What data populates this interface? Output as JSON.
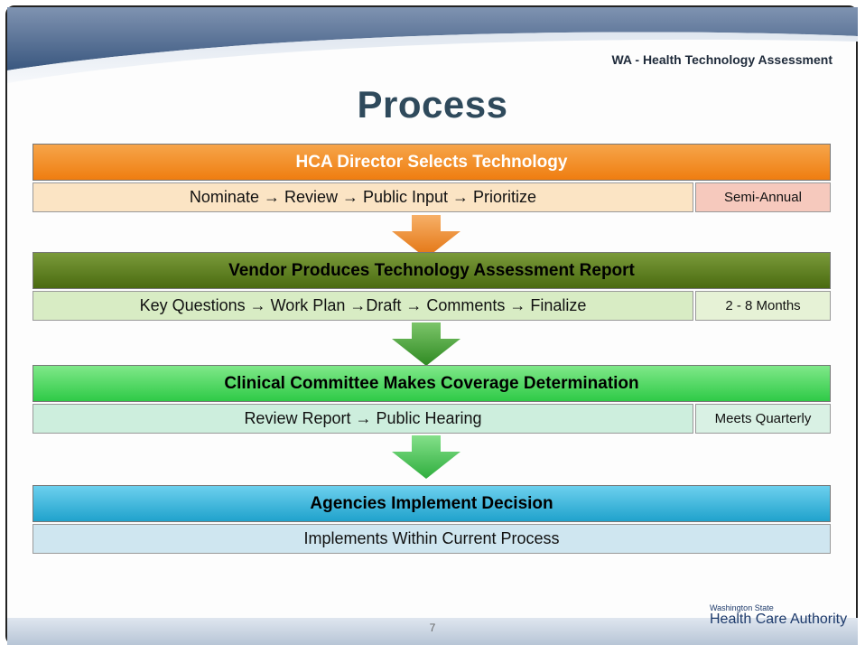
{
  "header": {
    "subtitle": "WA - Health Technology Assessment",
    "title": "Process"
  },
  "stages": [
    {
      "title": "HCA Director Selects Technology",
      "steps": "Nominate → Review → Public Input →  Prioritize",
      "tag": "Semi-Annual",
      "colors": {
        "header": "#f28a1c",
        "header_text": "#ffffff",
        "sub": "#fbe4c4",
        "tag": "#f6c9bd"
      }
    },
    {
      "title": "Vendor Produces Technology Assessment Report",
      "steps": "Key Questions → Work Plan →Draft → Comments → Finalize",
      "tag": "2 - 8 Months",
      "colors": {
        "header": "#557a18",
        "header_text": "#000000",
        "sub": "#d8ecc4",
        "tag": "#e6f2d6"
      }
    },
    {
      "title": "Clinical Committee Makes Coverage Determination",
      "steps": "Review Report → Public Hearing",
      "tag": "Meets Quarterly",
      "colors": {
        "header": "#3ed455",
        "header_text": "#000000",
        "sub": "#cdeedd",
        "tag": "#d9f1e4"
      }
    },
    {
      "title": "Agencies Implement Decision",
      "steps": "Implements Within Current Process",
      "tag": "",
      "colors": {
        "header": "#33b3d6",
        "header_text": "#000000",
        "sub": "#cfe6f0",
        "tag": ""
      }
    }
  ],
  "arrows": [
    {
      "color": "#e8841e"
    },
    {
      "color": "#3a9e2e"
    },
    {
      "color": "#39b54a"
    }
  ],
  "footer": {
    "page_number": "7",
    "logo_line1": "Washington State",
    "logo_line2": "Health Care Authority"
  }
}
